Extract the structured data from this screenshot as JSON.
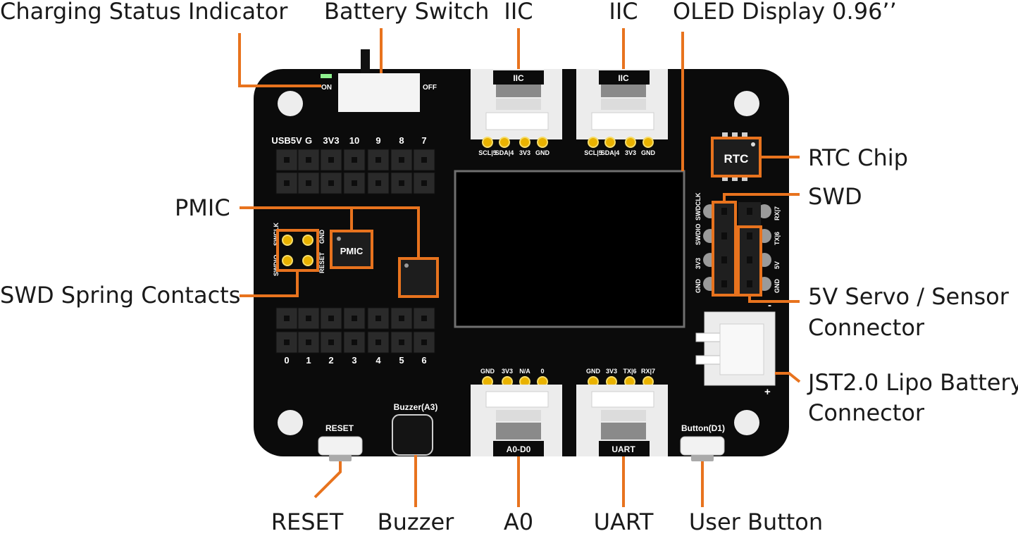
{
  "callouts": {
    "charging": "Charging Status Indicator",
    "battery_switch": "Battery Switch",
    "iic_left": "IIC",
    "iic_right": "IIC",
    "oled": "OLED Display 0.96’’",
    "rtc": "RTC Chip",
    "swd": "SWD",
    "pmic": "PMIC",
    "swd_spring": "SWD Spring Contacts",
    "servo_1": "5V Servo / Sensor",
    "servo_2": "Connector",
    "jst_1": "JST2.0 Lipo Battery",
    "jst_2": "Connector",
    "reset": "RESET",
    "buzzer": "Buzzer",
    "a0": "A0",
    "uart": "UART",
    "user_button": "User Button"
  },
  "silkscreen": {
    "on": "ON",
    "off": "OFF",
    "iic_left": "IIC",
    "iic_right": "IIC",
    "iic_left_pins": [
      "SCL|5",
      "SDA|4",
      "3V3",
      "GND"
    ],
    "iic_right_pins": [
      "SCL|5",
      "SDA|4",
      "3V3",
      "GND"
    ],
    "top_header": [
      "USB5V",
      "G",
      "3V3",
      "10",
      "9",
      "8",
      "7"
    ],
    "bottom_header": [
      "0",
      "1",
      "2",
      "3",
      "4",
      "5",
      "6"
    ],
    "spring_swclk": "SWCLK",
    "spring_swdio": "SWDIO",
    "spring_gnd": "GND",
    "spring_reset": "RESET",
    "pmic_chip": "PMIC",
    "rtc_chip": "RTC",
    "swd_pins": [
      "SWDCLK",
      "SWDIO",
      "3V3",
      "GND"
    ],
    "servo_pins": [
      "RX|7",
      "TX|6",
      "5V",
      "GND"
    ],
    "a0_pins": [
      "GND",
      "3V3",
      "N/A",
      "0"
    ],
    "uart_pins": [
      "GND",
      "3V3",
      "TX|6",
      "RX|7"
    ],
    "a0_label": "A0-D0",
    "uart_label": "UART",
    "buzzer_label": "Buzzer(A3)",
    "reset_label": "RESET",
    "button_label": "Button(D1)",
    "jst_minus": "-",
    "jst_plus": "+"
  },
  "colors": {
    "board": "#0b0b0b",
    "accent": "#e8731e",
    "gold": "#e9b200",
    "connector": "#ececec"
  }
}
